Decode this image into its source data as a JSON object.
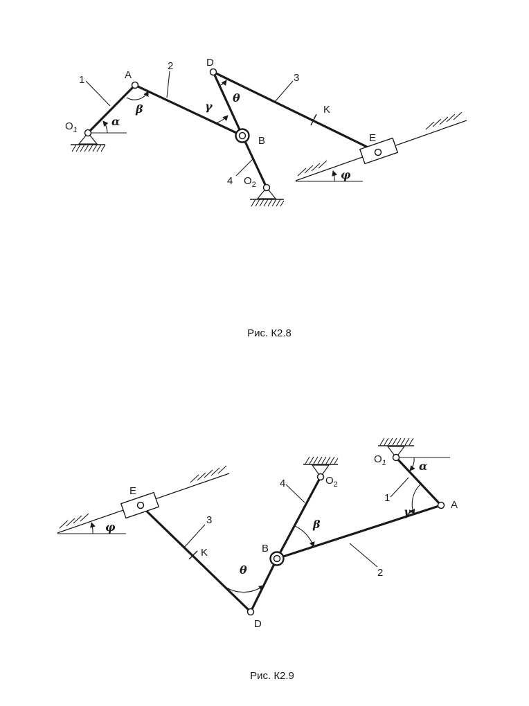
{
  "figures": [
    {
      "caption": "Рис. К2.8",
      "points": {
        "O1": "O",
        "O1_sub": "1",
        "A": "A",
        "B": "B",
        "D": "D",
        "E": "E",
        "K": "K",
        "O2": "O",
        "O2_sub": "2"
      },
      "links": {
        "l1": "1",
        "l2": "2",
        "l3": "3",
        "l4": "4"
      },
      "angles": {
        "alpha": "α",
        "beta": "β",
        "gamma": "γ",
        "theta": "θ",
        "phi": "φ"
      }
    },
    {
      "caption": "Рис. К2.9",
      "points": {
        "O1": "O",
        "O1_sub": "1",
        "A": "A",
        "B": "B",
        "D": "D",
        "E": "E",
        "K": "K",
        "O2": "O",
        "O2_sub": "2"
      },
      "links": {
        "l1": "1",
        "l2": "2",
        "l3": "3",
        "l4": "4"
      },
      "angles": {
        "alpha": "α",
        "beta": "β",
        "gamma": "γ",
        "theta": "θ",
        "phi": "φ"
      }
    }
  ]
}
